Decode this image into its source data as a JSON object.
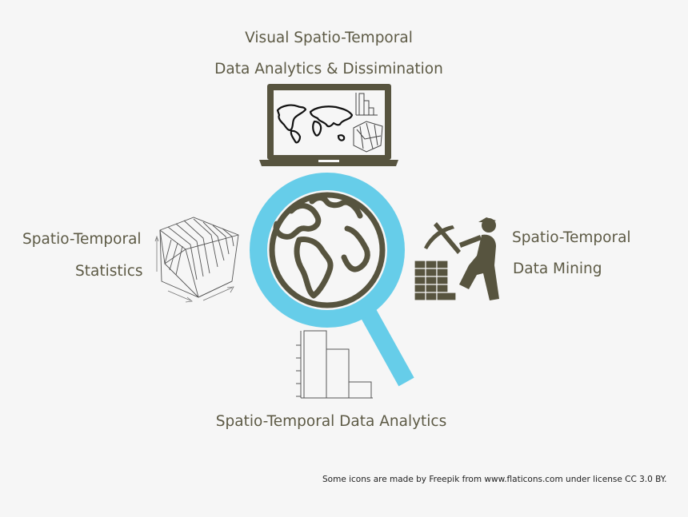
{
  "top_title_line1": "Visual Spatio-Temporal",
  "top_title_line2": "Data Analytics & Dissimination",
  "left_label_line1": "Spatio-Temporal",
  "left_label_line2": "Statistics",
  "right_label_line1": "Spatio-Temporal",
  "right_label_line2": "Data Mining",
  "bottom_label": "Spatio-Temporal Data Analytics",
  "credit": "Some icons are made by Freepik from www.flaticons.com under license CC 3.0 BY.",
  "colors": {
    "text": "#5d5a45",
    "icon_dark": "#57543f",
    "magnifier_ring": "#66cde9",
    "background": "#f6f6f6"
  },
  "icons": {
    "laptop": "laptop-icon",
    "magnifier": "magnifier-globe-icon",
    "surface": "3d-surface-plot-icon",
    "miner": "data-miner-icon",
    "histogram": "histogram-icon"
  }
}
